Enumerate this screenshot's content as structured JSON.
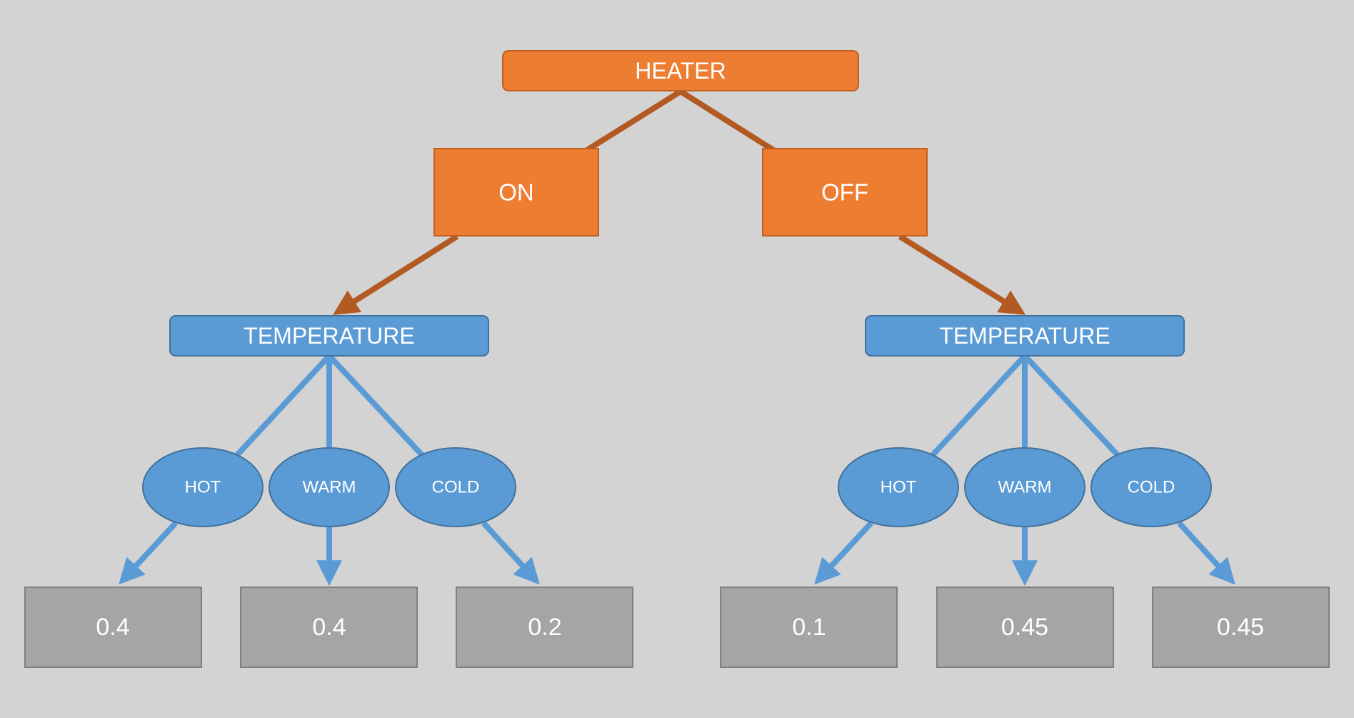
{
  "root": {
    "label": "HEATER",
    "color": "#ed7d31"
  },
  "states": [
    {
      "label": "ON"
    },
    {
      "label": "OFF"
    }
  ],
  "branches": [
    {
      "variable": "TEMPERATURE",
      "outcomes": [
        {
          "label": "HOT",
          "probability": "0.4"
        },
        {
          "label": "WARM",
          "probability": "0.4"
        },
        {
          "label": "COLD",
          "probability": "0.2"
        }
      ]
    },
    {
      "variable": "TEMPERATURE",
      "outcomes": [
        {
          "label": "HOT",
          "probability": "0.1"
        },
        {
          "label": "WARM",
          "probability": "0.45"
        },
        {
          "label": "COLD",
          "probability": "0.45"
        }
      ]
    }
  ],
  "colors": {
    "background": "#d3d3d3",
    "orange": "#ed7d31",
    "orange_line": "#b25a22",
    "blue": "#5b9bd5",
    "blue_line": "#5b9bd5",
    "gray": "#a5a5a5"
  }
}
